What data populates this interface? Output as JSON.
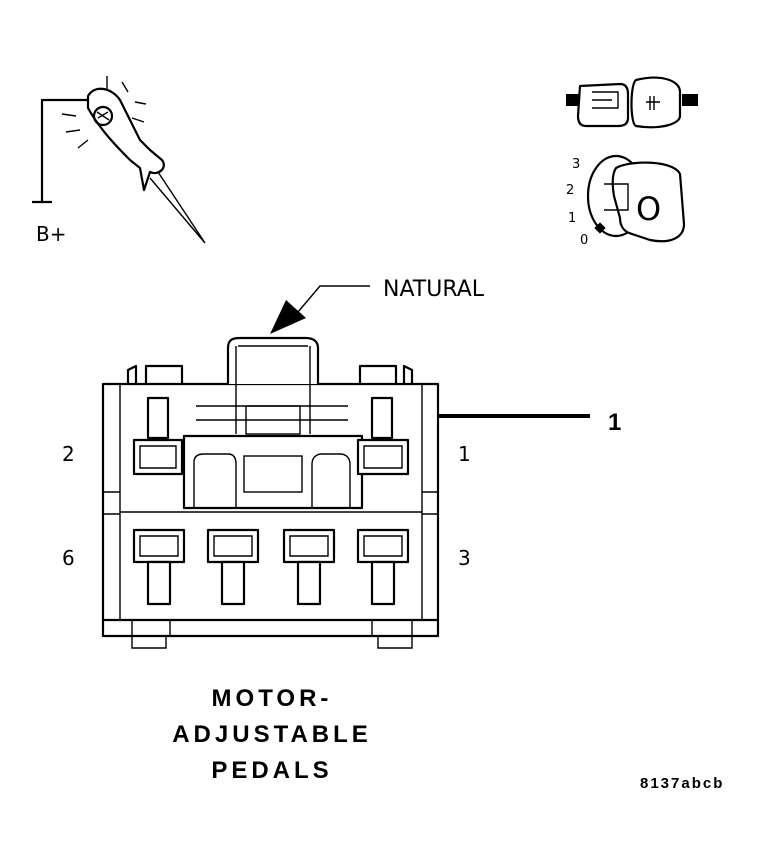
{
  "probe": {
    "supply_label": "B+"
  },
  "connector": {
    "lock_label": "NATURAL",
    "callout_number": "1",
    "pin_labels": {
      "top_left": "2",
      "top_right": "1",
      "bottom_left": "6",
      "bottom_right": "3"
    }
  },
  "switch_icon": {
    "positions": [
      "3",
      "2",
      "1",
      "0"
    ],
    "knob_label": "O"
  },
  "title": {
    "line1": "MOTOR-",
    "line2": "ADJUSTABLE",
    "line3": "PEDALS"
  },
  "figure_id": "8137abcb"
}
